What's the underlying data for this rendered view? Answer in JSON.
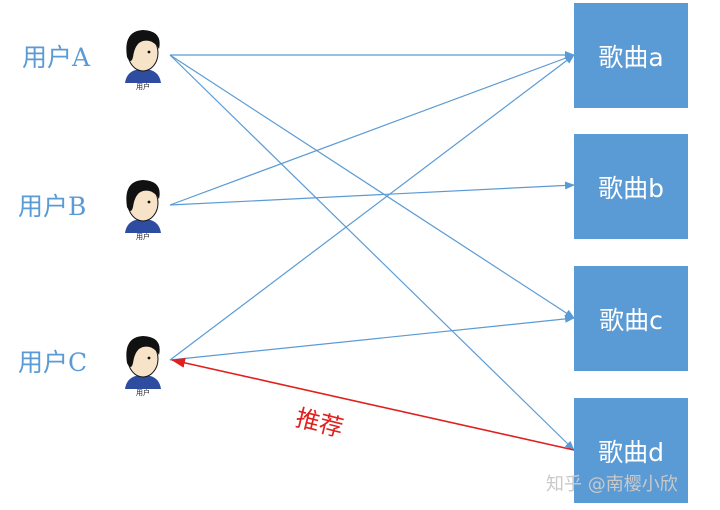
{
  "users": [
    {
      "label": "用户A",
      "avatar_caption": "用户"
    },
    {
      "label": "用户B",
      "avatar_caption": "用户"
    },
    {
      "label": "用户C",
      "avatar_caption": "用户"
    }
  ],
  "songs": [
    {
      "label": "歌曲a"
    },
    {
      "label": "歌曲b"
    },
    {
      "label": "歌曲c"
    },
    {
      "label": "歌曲d"
    }
  ],
  "edges": [
    {
      "from": "用户A",
      "to": "歌曲a"
    },
    {
      "from": "用户A",
      "to": "歌曲c"
    },
    {
      "from": "用户A",
      "to": "歌曲d"
    },
    {
      "from": "用户B",
      "to": "歌曲a"
    },
    {
      "from": "用户B",
      "to": "歌曲b"
    },
    {
      "from": "用户C",
      "to": "歌曲a"
    },
    {
      "from": "用户C",
      "to": "歌曲c"
    }
  ],
  "recommendation": {
    "from": "歌曲d",
    "to": "用户C",
    "label": "推荐",
    "color": "#e0201e"
  },
  "colors": {
    "edge": "#5b9bd5",
    "song_box": "#5b9bd5",
    "user_label": "#5b9bd5"
  },
  "watermark": "知乎 @南樱小欣"
}
